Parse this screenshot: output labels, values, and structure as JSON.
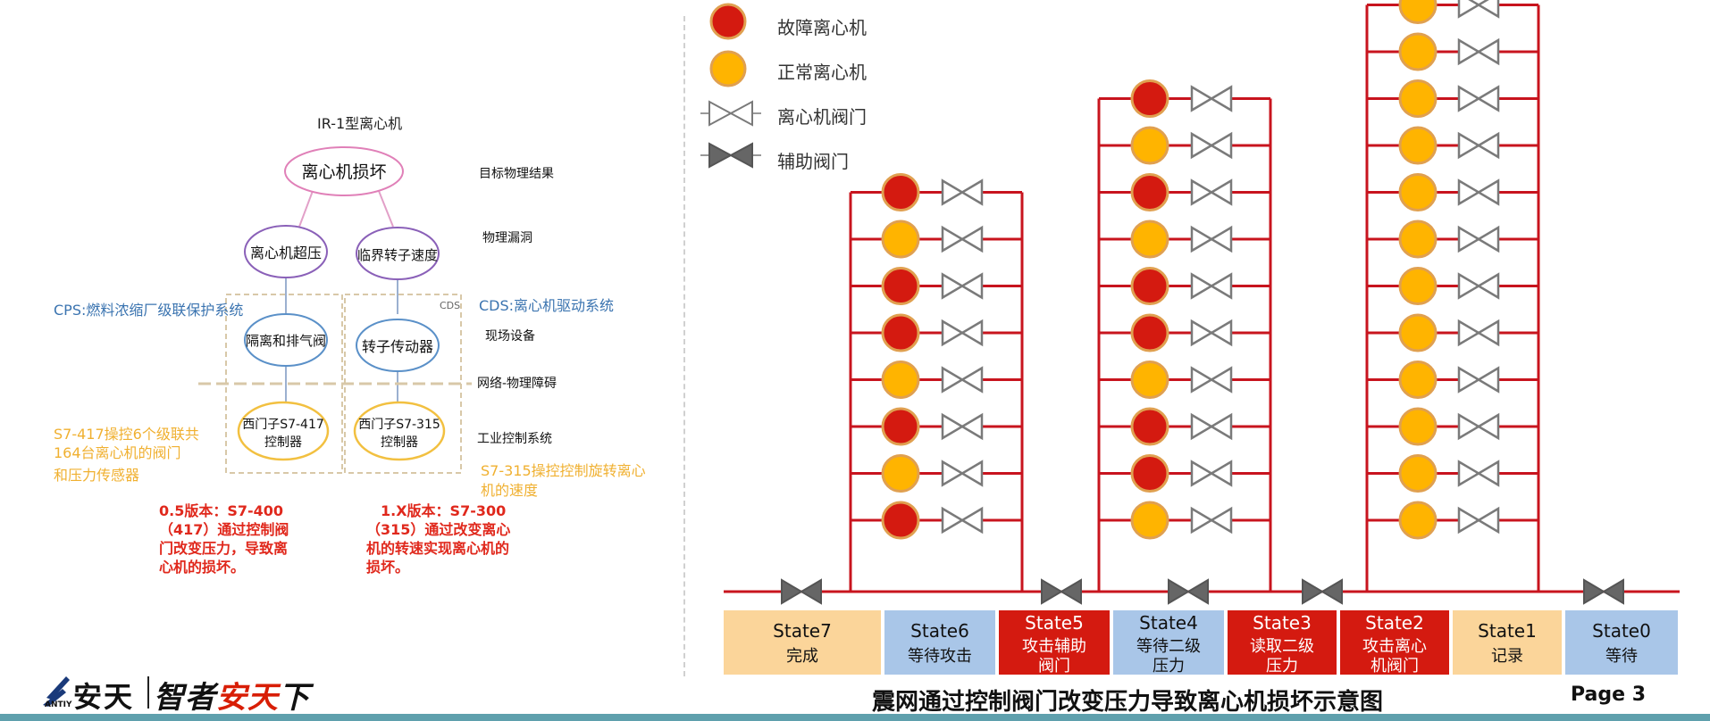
{
  "left_diagram": {
    "title": "IR-1型离心机",
    "nodes": {
      "damage": "离心机损坏",
      "overpressure": "离心机超压",
      "critical_speed": "临界转子速度",
      "isolation_valve": "隔离和排气阀",
      "rotor_drive": "转子传动器",
      "plc_417": [
        "西门子S7-417",
        "控制器"
      ],
      "plc_315": [
        "西门子S7-315",
        "控制器"
      ]
    },
    "cds_tag": "CDS",
    "levels": [
      "目标物理结果",
      "物理漏洞",
      "现场设备",
      "网络-物理障碍",
      "工业控制系统"
    ],
    "cps_label": "CPS:燃料浓缩厂级联保护系统",
    "cds_label": "CDS:离心机驱动系统",
    "s7_417_note": [
      "S7-417操控6个级联共",
      "164台离心机的阀门",
      "和压力传感器"
    ],
    "s7_315_note": [
      "S7-315操控控制旋转离心",
      "机的速度"
    ],
    "version_05": [
      "0.5版本：S7-400",
      "（417）通过控制阀",
      "门改变压力，导致离",
      "心机的损坏。"
    ],
    "version_1x": [
      "1.X版本：S7-300",
      "（315）通过改变离心",
      "机的转速实现离心机的",
      "损坏。"
    ]
  },
  "legend": [
    {
      "label": "故障离心机",
      "icon": "faulty-centrifuge-icon"
    },
    {
      "label": "正常离心机",
      "icon": "normal-centrifuge-icon"
    },
    {
      "label": "离心机阀门",
      "icon": "centrifuge-valve-icon"
    },
    {
      "label": "辅助阀门",
      "icon": "auxiliary-valve-icon"
    }
  ],
  "colors": {
    "pipe": "#c8141e",
    "faulty": "#d41a10",
    "normal": "#ffb400",
    "ring": "#e0a050",
    "valve_outline": "#7a7a7a",
    "aux_valve": "#666666",
    "state_orange": "#fbd59a",
    "state_blue": "#a9c6e8",
    "state_red": "#d41a10",
    "red_text": "#e0281c",
    "blue_text": "#3b74b0",
    "yellow_text": "#f0b030"
  },
  "cascades": [
    {
      "id": "left",
      "rows": [
        "faulty",
        "normal",
        "faulty",
        "faulty",
        "normal",
        "faulty",
        "normal",
        "faulty"
      ]
    },
    {
      "id": "middle",
      "rows": [
        "faulty",
        "normal",
        "faulty",
        "normal",
        "faulty",
        "faulty",
        "normal",
        "faulty",
        "faulty",
        "normal"
      ]
    },
    {
      "id": "right",
      "rows": [
        "normal",
        "normal",
        "normal",
        "normal",
        "normal",
        "normal",
        "normal",
        "normal",
        "normal",
        "normal",
        "normal",
        "normal"
      ]
    }
  ],
  "states": [
    {
      "name": "State7",
      "desc": [
        "完成"
      ],
      "color": "orange"
    },
    {
      "name": "State6",
      "desc": [
        "等待攻击"
      ],
      "color": "blue"
    },
    {
      "name": "State5",
      "desc": [
        "攻击辅助",
        "阀门"
      ],
      "color": "red"
    },
    {
      "name": "State4",
      "desc": [
        "等待二级",
        "压力"
      ],
      "color": "blue"
    },
    {
      "name": "State3",
      "desc": [
        "读取二级",
        "压力"
      ],
      "color": "red"
    },
    {
      "name": "State2",
      "desc": [
        "攻击离心",
        "机阀门"
      ],
      "color": "red"
    },
    {
      "name": "State1",
      "desc": [
        "记录"
      ],
      "color": "orange"
    },
    {
      "name": "State0",
      "desc": [
        "等待"
      ],
      "color": "blue"
    }
  ],
  "footer": {
    "brand": "安天",
    "brand_sub": "ANTIY",
    "slogan_a": "智者",
    "slogan_b": "安天",
    "slogan_c": "下",
    "caption": "震网通过控制阀门改变压力导致离心机损坏示意图",
    "page": "Page 3"
  }
}
